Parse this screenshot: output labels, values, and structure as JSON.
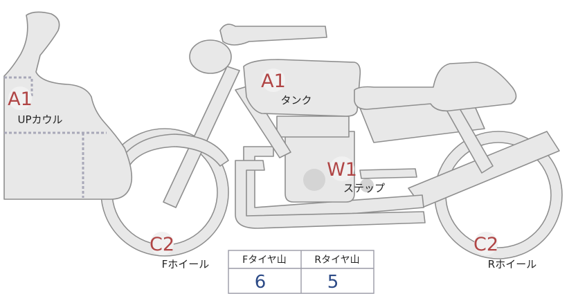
{
  "parts": [
    {
      "code": "A1",
      "name": "UPカウル"
    },
    {
      "code": "A1",
      "name": "タンク"
    },
    {
      "code": "W1",
      "name": "ステップ"
    },
    {
      "code": "C2",
      "name": "Fホイール"
    },
    {
      "code": "C2",
      "name": "Rホイール"
    }
  ],
  "tread_table": {
    "headers": [
      "Fタイヤ山",
      "Rタイヤ山"
    ],
    "values": [
      "6",
      "5"
    ]
  },
  "colors": {
    "part_fill": "#e8e8e8",
    "outline": "#8e8e8e",
    "grade_code": "#b04545",
    "table_value": "#2c4a86",
    "table_border": "#9a9aa6"
  }
}
